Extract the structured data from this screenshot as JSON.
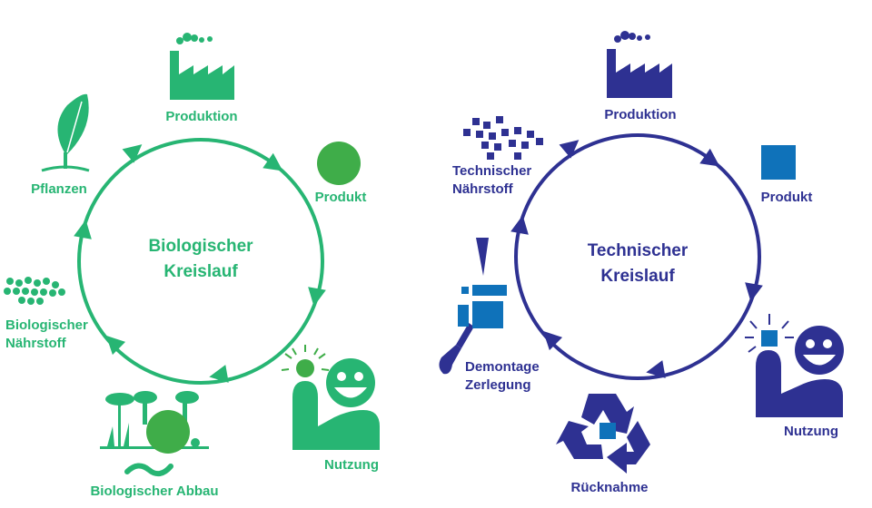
{
  "colors": {
    "green": "#27b573",
    "green_dark": "#3fad49",
    "blue": "#2e3192",
    "blue_light": "#0f72ba"
  },
  "biological": {
    "title_line1": "Biologischer",
    "title_line2": "Kreislauf",
    "produktion": "Produktion",
    "produkt": "Produkt",
    "nutzung": "Nutzung",
    "abbau": "Biologischer Abbau",
    "naehrstoff_line1": "Biologischer",
    "naehrstoff_line2": "Nährstoff",
    "pflanzen": "Pflanzen"
  },
  "technical": {
    "title_line1": "Technischer",
    "title_line2": "Kreislauf",
    "produktion": "Produktion",
    "produkt": "Produkt",
    "nutzung": "Nutzung",
    "ruecknahme": "Rücknahme",
    "demontage_line1": "Demontage",
    "demontage_line2": "Zerlegung",
    "naehrstoff_line1": "Technischer",
    "naehrstoff_line2": "Nährstoff"
  }
}
